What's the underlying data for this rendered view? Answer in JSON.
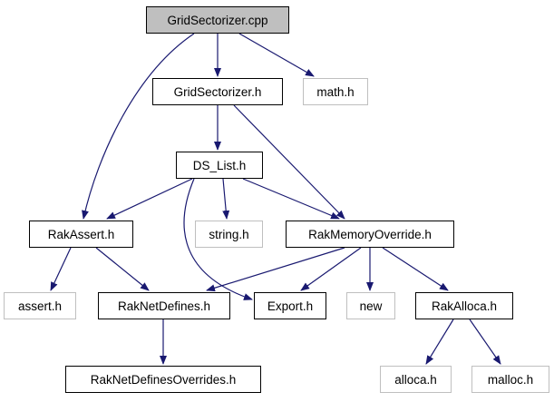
{
  "diagram": {
    "title": "",
    "colors": {
      "edge": "#191970",
      "node_border": "#000000",
      "external_border": "#bfbfbf",
      "current_fill": "#bfbfbf",
      "text": "#000000"
    },
    "nodes": [
      {
        "id": "grid_cpp",
        "label": "GridSectorizer.cpp",
        "kind": "current"
      },
      {
        "id": "grid_h",
        "label": "GridSectorizer.h",
        "kind": "internal"
      },
      {
        "id": "math_h",
        "label": "math.h",
        "kind": "external"
      },
      {
        "id": "ds_list_h",
        "label": "DS_List.h",
        "kind": "internal"
      },
      {
        "id": "rakassert_h",
        "label": "RakAssert.h",
        "kind": "internal"
      },
      {
        "id": "string_h",
        "label": "string.h",
        "kind": "external"
      },
      {
        "id": "rakmem_h",
        "label": "RakMemoryOverride.h",
        "kind": "internal"
      },
      {
        "id": "assert_h",
        "label": "assert.h",
        "kind": "external"
      },
      {
        "id": "raknetdef_h",
        "label": "RakNetDefines.h",
        "kind": "internal"
      },
      {
        "id": "export_h",
        "label": "Export.h",
        "kind": "internal"
      },
      {
        "id": "new",
        "label": "new",
        "kind": "external"
      },
      {
        "id": "rakalloca_h",
        "label": "RakAlloca.h",
        "kind": "internal"
      },
      {
        "id": "raknetdefover_h",
        "label": "RakNetDefinesOverrides.h",
        "kind": "internal"
      },
      {
        "id": "alloca_h",
        "label": "alloca.h",
        "kind": "external"
      },
      {
        "id": "malloc_h",
        "label": "malloc.h",
        "kind": "external"
      }
    ],
    "edges": [
      {
        "from": "grid_cpp",
        "to": "grid_h"
      },
      {
        "from": "grid_cpp",
        "to": "math_h"
      },
      {
        "from": "grid_cpp",
        "to": "rakassert_h"
      },
      {
        "from": "grid_h",
        "to": "ds_list_h"
      },
      {
        "from": "grid_h",
        "to": "rakmem_h"
      },
      {
        "from": "ds_list_h",
        "to": "rakassert_h"
      },
      {
        "from": "ds_list_h",
        "to": "string_h"
      },
      {
        "from": "ds_list_h",
        "to": "rakmem_h"
      },
      {
        "from": "ds_list_h",
        "to": "export_h"
      },
      {
        "from": "rakassert_h",
        "to": "assert_h"
      },
      {
        "from": "rakassert_h",
        "to": "raknetdef_h"
      },
      {
        "from": "rakmem_h",
        "to": "raknetdef_h"
      },
      {
        "from": "rakmem_h",
        "to": "export_h"
      },
      {
        "from": "rakmem_h",
        "to": "new"
      },
      {
        "from": "rakmem_h",
        "to": "rakalloca_h"
      },
      {
        "from": "raknetdef_h",
        "to": "raknetdefover_h"
      },
      {
        "from": "rakalloca_h",
        "to": "alloca_h"
      },
      {
        "from": "rakalloca_h",
        "to": "malloc_h"
      }
    ]
  }
}
